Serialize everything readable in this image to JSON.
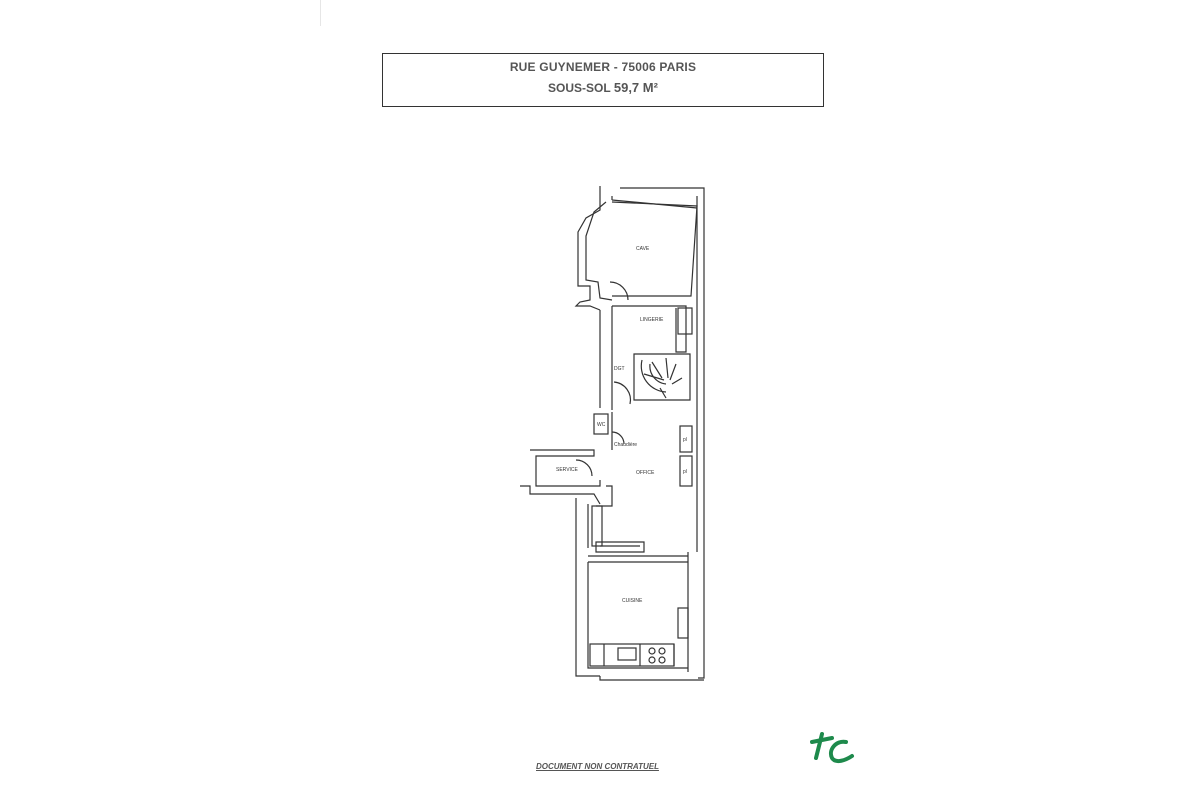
{
  "header": {
    "street": "RUE GUYNEMER - 75006 PARIS",
    "level": "SOUS-SOL",
    "area": "59,7 M²"
  },
  "rooms": {
    "cave": "CAVE",
    "lingerie": "LINGERIE",
    "degagement": "DGT",
    "wc": "WC",
    "chaudiere": "Chaudière",
    "service": "SERVICE",
    "office": "OFFICE",
    "cuisine": "CUISINE",
    "placard_1": "pl",
    "placard_2": "pl"
  },
  "footer": {
    "disclaimer": "DOCUMENT NON CONTRATUEL"
  },
  "logo": {
    "icon": "tc-logo-icon",
    "color": "#1e8a4c"
  }
}
